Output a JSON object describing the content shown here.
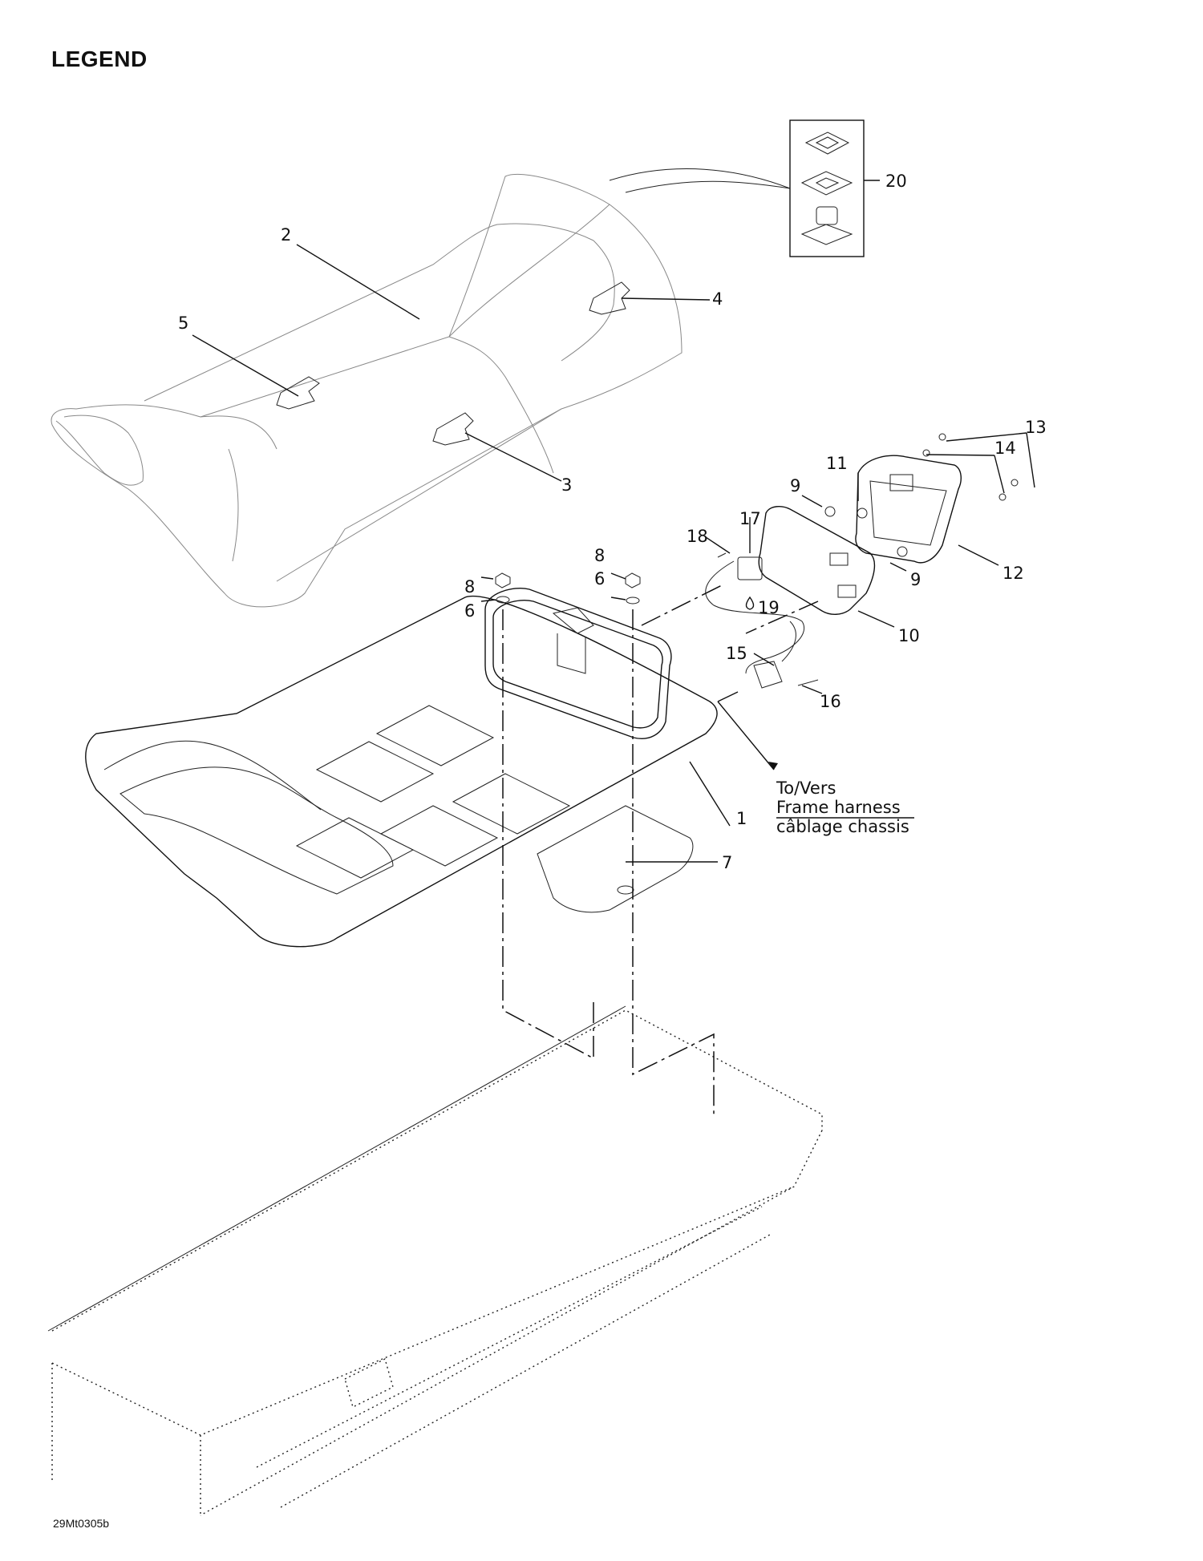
{
  "page": {
    "title": "LEGEND",
    "figure_code": "29Mt0305b"
  },
  "callouts": [
    {
      "id": "c1",
      "text": "1"
    },
    {
      "id": "c2",
      "text": "2"
    },
    {
      "id": "c3",
      "text": "3"
    },
    {
      "id": "c4",
      "text": "4"
    },
    {
      "id": "c5",
      "text": "5"
    },
    {
      "id": "c6a",
      "text": "6"
    },
    {
      "id": "c6b",
      "text": "6"
    },
    {
      "id": "c7",
      "text": "7"
    },
    {
      "id": "c8a",
      "text": "8"
    },
    {
      "id": "c8b",
      "text": "8"
    },
    {
      "id": "c9a",
      "text": "9"
    },
    {
      "id": "c9b",
      "text": "9"
    },
    {
      "id": "c10",
      "text": "10"
    },
    {
      "id": "c11",
      "text": "11"
    },
    {
      "id": "c12",
      "text": "12"
    },
    {
      "id": "c13",
      "text": "13"
    },
    {
      "id": "c14",
      "text": "14"
    },
    {
      "id": "c15",
      "text": "15"
    },
    {
      "id": "c16",
      "text": "16"
    },
    {
      "id": "c17",
      "text": "17"
    },
    {
      "id": "c18",
      "text": "18"
    },
    {
      "id": "c19",
      "text": "19"
    },
    {
      "id": "c20",
      "text": "20"
    }
  ],
  "harness_note": {
    "line1": "To/Vers",
    "line2": "Frame harness",
    "line3": "câblage chassis"
  }
}
